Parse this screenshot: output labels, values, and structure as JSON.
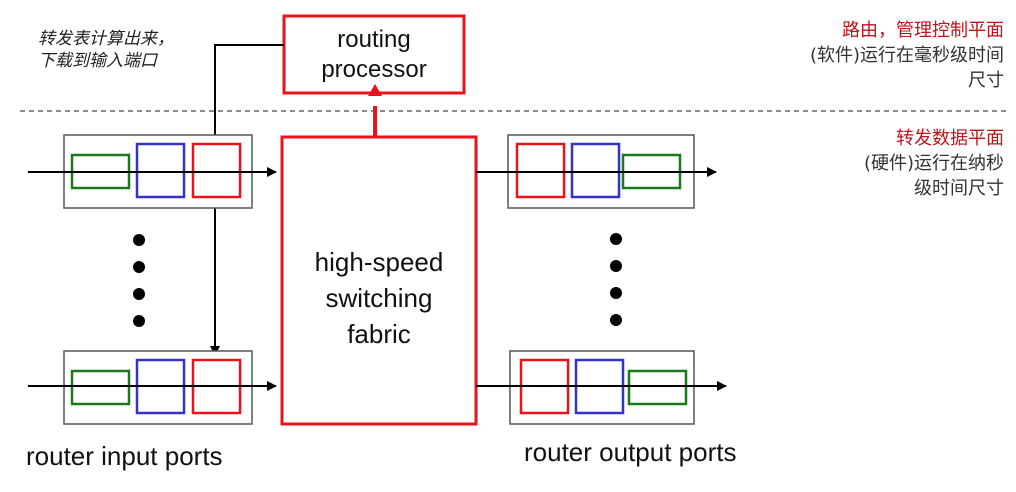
{
  "annotation": {
    "line1": "转发表计算出来，",
    "line2": "下载到输入端口"
  },
  "routing_processor": {
    "line1": "routing",
    "line2": "processor"
  },
  "switching_fabric": {
    "line1": "high-speed",
    "line2": "switching",
    "line3": "fabric"
  },
  "labels": {
    "input_ports": "router input ports",
    "output_ports": "router output ports"
  },
  "control_plane": {
    "title": "路由，管理控制平面",
    "line1": "(软件)运行在毫秒级时间",
    "line2": "尺寸"
  },
  "data_plane": {
    "title": "转发数据平面",
    "line1": "(硬件)运行在纳秒",
    "line2": "级时间尺寸"
  },
  "colors": {
    "red": "#e8141c",
    "blue": "#3333cc",
    "green": "#1a7a1a",
    "gray_box": "#555555",
    "text_red": "#c0131b"
  }
}
